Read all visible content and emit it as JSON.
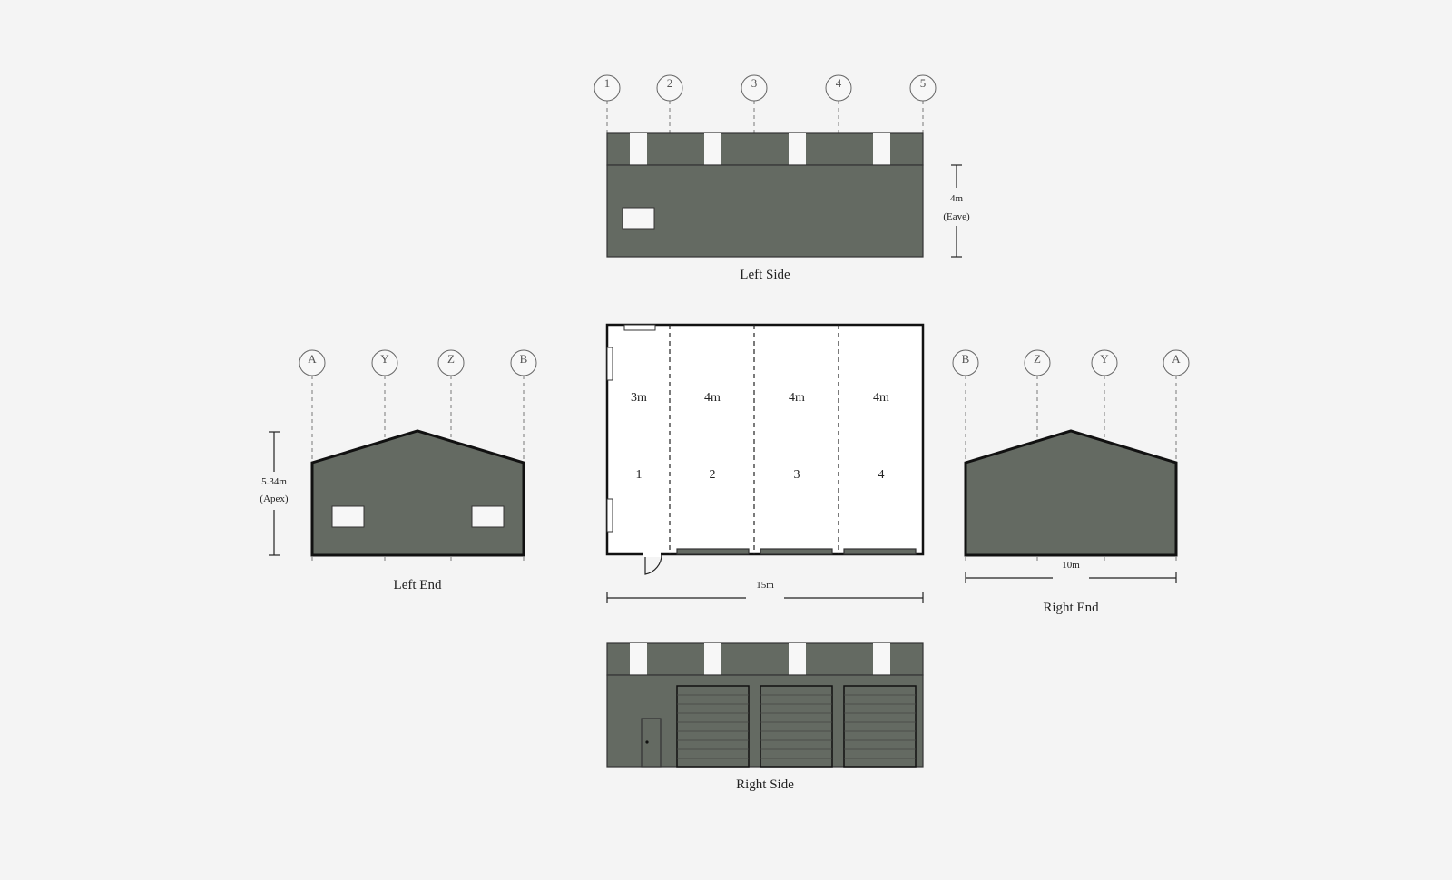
{
  "colors": {
    "wall": "#646a62",
    "background": "#f4f4f4",
    "opening": "#f7f7f7"
  },
  "views": {
    "left_side": {
      "caption": "Left Side",
      "grid": [
        "1",
        "2",
        "3",
        "4",
        "5"
      ],
      "height_value": "4m",
      "height_note": "(Eave)"
    },
    "left_end": {
      "caption": "Left End",
      "grid": [
        "A",
        "Y",
        "Z",
        "B"
      ],
      "height_value": "5.34m",
      "height_note": "(Apex)"
    },
    "right_end": {
      "caption": "Right End",
      "grid": [
        "B",
        "Z",
        "Y",
        "A"
      ],
      "width_value": "10m"
    },
    "right_side": {
      "caption": "Right Side"
    },
    "plan": {
      "bays": [
        {
          "span": "3m",
          "number": "1"
        },
        {
          "span": "4m",
          "number": "2"
        },
        {
          "span": "4m",
          "number": "3"
        },
        {
          "span": "4m",
          "number": "4"
        }
      ],
      "length_value": "15m"
    }
  }
}
